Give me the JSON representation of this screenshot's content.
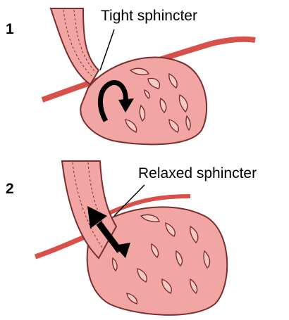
{
  "panels": [
    {
      "number": "1",
      "label": "Tight sphincter"
    },
    {
      "number": "2",
      "label": "Relaxed sphincter"
    }
  ],
  "colors": {
    "tissue": "#f2a6a3",
    "tissue_light": "#f7c9c3",
    "outline": "#7a2e2e",
    "vessel": "#d9504a",
    "arrow": "#000000"
  },
  "icons": {
    "panel_1_arrow": "curved-reflux-arrow",
    "panel_2_arrow": "straight-up-reflux-arrow"
  }
}
